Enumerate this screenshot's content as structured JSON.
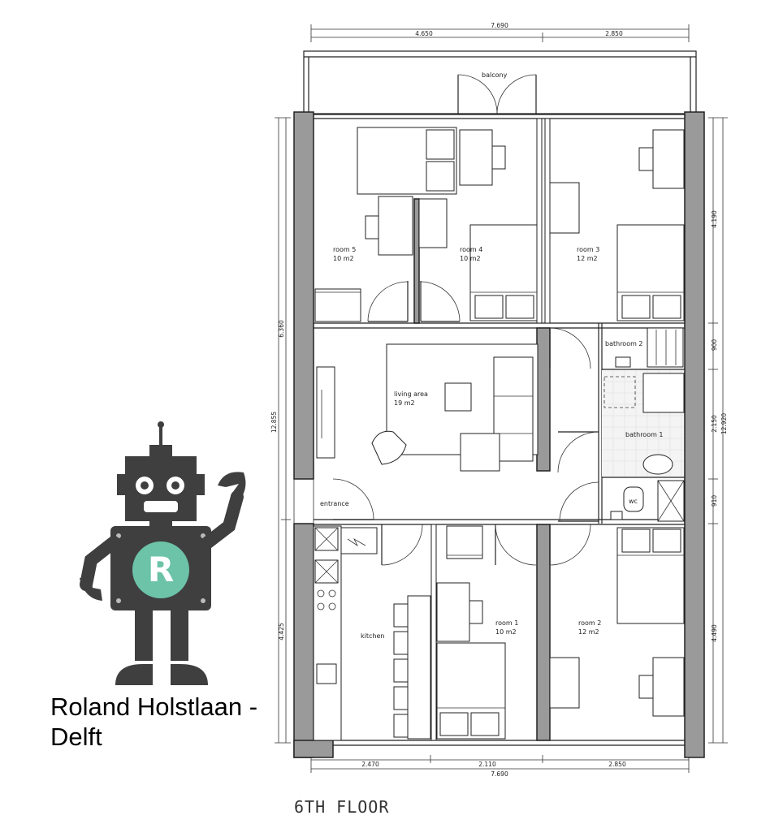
{
  "brand": {
    "letter": "R",
    "accent": "#6cc3a8",
    "robot_color": "#3f3f3f"
  },
  "caption": {
    "line1": "Roland Holstlaan -",
    "line2": "Delft"
  },
  "floor_label": "6TH FLOOR",
  "rooms": {
    "balcony": "balcony",
    "room5": {
      "name": "room 5",
      "area": "10 m2"
    },
    "room4": {
      "name": "room 4",
      "area": "10 m2"
    },
    "room3": {
      "name": "room 3",
      "area": "12 m2"
    },
    "living": {
      "name": "living area",
      "area": "19 m2"
    },
    "bathroom2": "bathroom 2",
    "bathroom1": "bathroom 1",
    "entrance": "entrance",
    "wc": "wc",
    "kitchen": "kitchen",
    "room1": {
      "name": "room 1",
      "area": "10 m2"
    },
    "room2": {
      "name": "room 2",
      "area": "12 m2"
    }
  },
  "dimensions": {
    "top_total": "7.690",
    "top_left": "4.650",
    "top_right": "2.850",
    "bottom_a": "2.470",
    "bottom_b": "2.110",
    "bottom_c": "2.850",
    "bottom_total": "7.690",
    "left_upper": "6.360",
    "left_total": "12.855",
    "left_lower": "4.425",
    "right_a": "4.190",
    "right_b": "900",
    "right_c": "2.150",
    "right_d": "910",
    "right_e": "4.490",
    "right_total": "12.920"
  }
}
